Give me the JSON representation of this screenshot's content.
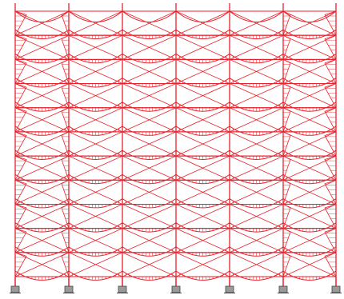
{
  "diagram": {
    "type": "2D frame bending moment diagram",
    "bays": 6,
    "stories": 11,
    "x_bracing_each_panel": true,
    "supports": "fixed",
    "colors": {
      "diagram": "#e8222c",
      "hatch": "#ee3a40",
      "support_fill": "#9a9a9a",
      "support_stroke": "#444444",
      "background": "#ffffff"
    }
  }
}
